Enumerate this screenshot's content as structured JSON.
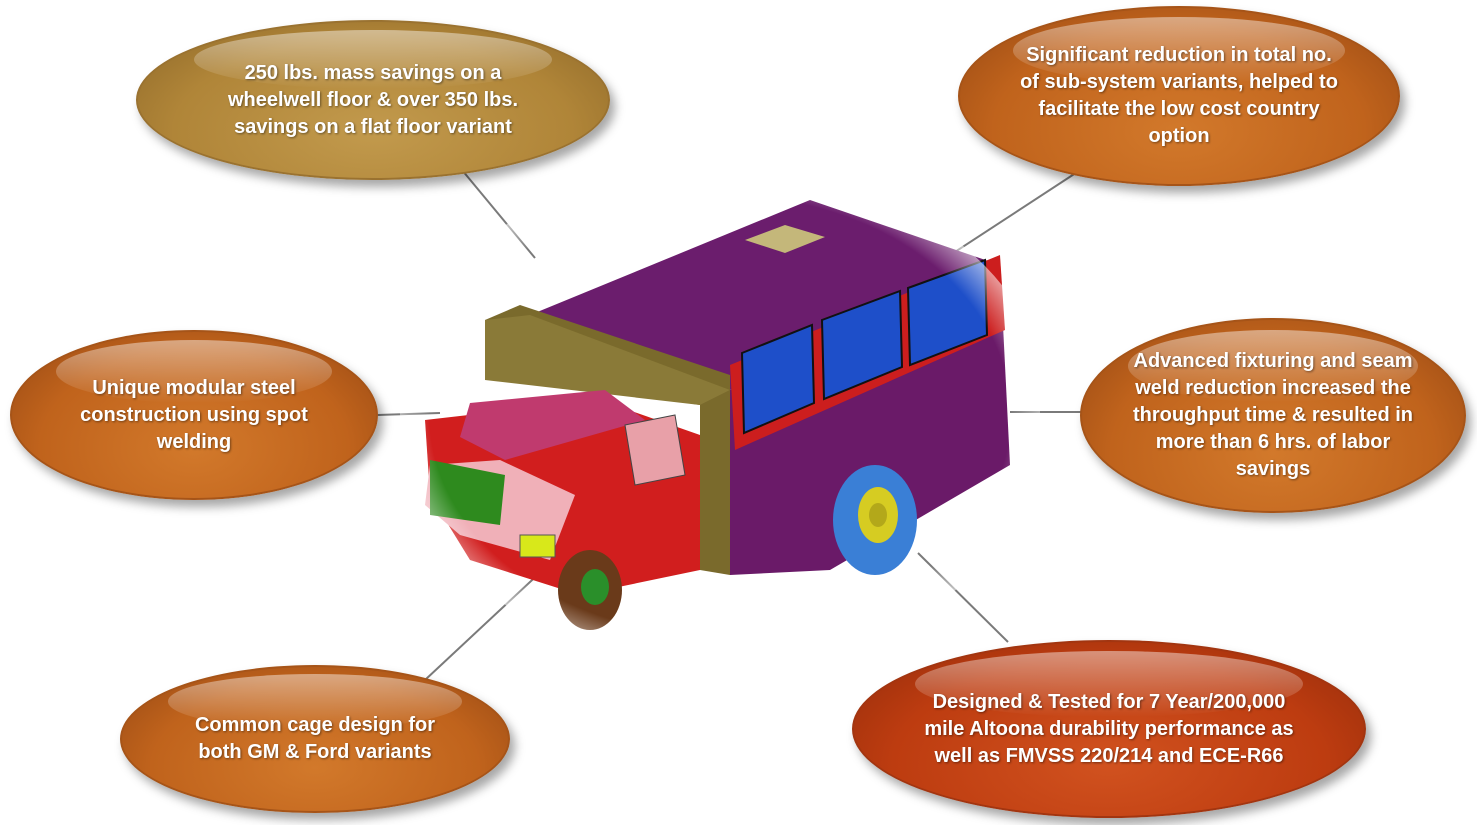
{
  "colors": {
    "gold": "#b08538",
    "orange": "#c0631c",
    "red": "#bd3c10",
    "connector": "#7a7a7a"
  },
  "image": {
    "subject": "bus-cutaway-model",
    "icon": "bus-icon"
  },
  "callouts": [
    {
      "text": "250 lbs. mass savings on a wheelwell floor & over 350 lbs. savings on a flat floor variant",
      "color": "gold"
    },
    {
      "text": "Significant reduction in total no. of sub-system variants, helped to facilitate the low cost country option",
      "color": "orange"
    },
    {
      "text": "Unique modular steel construction using spot welding",
      "color": "orange"
    },
    {
      "text": "Advanced fixturing and seam weld reduction increased the throughput time & resulted in more than 6 hrs. of labor savings",
      "color": "orange"
    },
    {
      "text": "Common cage design for both GM & Ford variants",
      "color": "orange"
    },
    {
      "text": "Designed & Tested for 7 Year/200,000 mile Altoona durability performance as well as FMVSS 220/214 and ECE-R66",
      "color": "red"
    }
  ]
}
